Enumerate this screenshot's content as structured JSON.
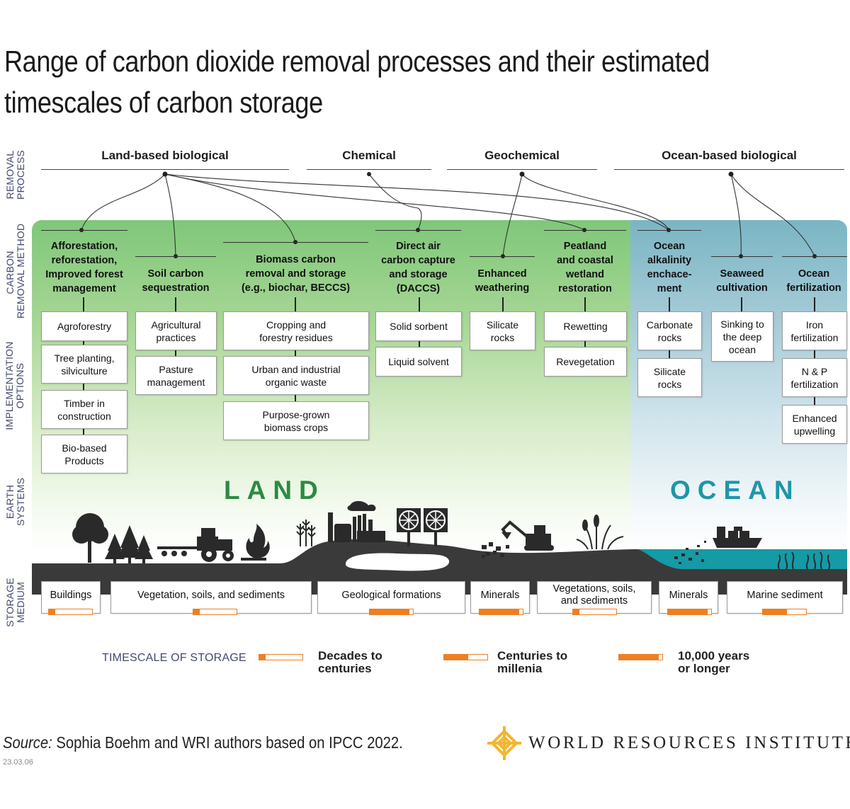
{
  "title": {
    "line1": "Range of carbon dioxide removal processes and their estimated",
    "line2": "timescales of carbon storage"
  },
  "row_labels": {
    "removal_process": [
      "REMOVAL",
      "PROCESS"
    ],
    "removal_method": [
      "CARBON",
      "REMOVAL METHOD"
    ],
    "implementation": [
      "IMPLEMENTATION",
      "OPTIONS"
    ],
    "earth_systems": [
      "EARTH",
      "SYSTEMS"
    ],
    "storage_medium": [
      "STORAGE",
      "MEDIUM"
    ]
  },
  "processes": [
    "Land-based biological",
    "Chemical",
    "Geochemical",
    "Ocean-based biological"
  ],
  "methods": [
    {
      "label": "Afforestation,\nreforestation,\nImproved forest\nmanagement",
      "options": [
        "Agroforestry",
        "Tree planting,\nsilviculture",
        "Timber in\nconstruction",
        "Bio-based\nProducts"
      ]
    },
    {
      "label": "Soil carbon\nsequestration",
      "options": [
        "Agricultural\npractices",
        "Pasture\nmanagement"
      ]
    },
    {
      "label": "Biomass carbon\nremoval and storage\n(e.g., biochar, BECCS)",
      "options": [
        "Cropping and\nforestry residues",
        "Urban and industrial\norganic waste",
        "Purpose-grown\nbiomass crops"
      ]
    },
    {
      "label": "Direct air\ncarbon capture\nand storage\n(DACCS)",
      "options": [
        "Solid sorbent",
        "Liquid solvent"
      ]
    },
    {
      "label": "Enhanced\nweathering",
      "options": [
        "Silicate\nrocks"
      ]
    },
    {
      "label": "Peatland\nand coastal\nwetland\nrestoration",
      "options": [
        "Rewetting",
        "Revegetation"
      ]
    },
    {
      "label": "Ocean\nalkalinity\nenchace-\nment",
      "options": [
        "Carbonate\nrocks",
        "Silicate\nrocks"
      ]
    },
    {
      "label": "Seaweed\ncultivation",
      "options": [
        "Sinking to\nthe deep\nocean"
      ]
    },
    {
      "label": "Ocean\nfertilization",
      "options": [
        "Iron\nfertilization",
        "N & P\nfertilization",
        "Enhanced\nupwelling"
      ]
    }
  ],
  "earth_systems": {
    "land": "LAND",
    "ocean": "OCEAN"
  },
  "storage_media": [
    {
      "label": "Buildings",
      "timescale": "Decades to centuries"
    },
    {
      "label": "Vegetation, soils, and sediments",
      "timescale": "Decades to centuries"
    },
    {
      "label": "Geological formations",
      "timescale": "10,000 years or longer"
    },
    {
      "label": "Minerals",
      "timescale": "10,000 years or longer"
    },
    {
      "label": "Vegetations, soils,\nand sediments",
      "timescale": "Decades to centuries"
    },
    {
      "label": "Minerals",
      "timescale": "10,000 years or longer"
    },
    {
      "label": "Marine sediment",
      "timescale": "Centuries to millenia"
    }
  ],
  "legend": {
    "title": "TIMESCALE OF STORAGE",
    "items": [
      {
        "label": "Decades to\ncenturies",
        "level": 0.15
      },
      {
        "label": "Centuries to\nmillenia",
        "level": 0.55
      },
      {
        "label": "10,000 years\nor longer",
        "level": 0.92
      }
    ]
  },
  "source": {
    "prefix": "Source:",
    "text": "Sophia Boehm and WRI authors based on IPCC 2022."
  },
  "date": "23.03.06",
  "brand": "WORLD RESOURCES INSTITUTE",
  "colors": {
    "land_green": "#7fc77a",
    "land_text": "#2c8a44",
    "ocean_blue": "#7ab5c4",
    "ocean_text": "#1e96a8",
    "timescale_orange": "#ee7f22",
    "ground": "#3a3a3a",
    "sea": "#159aa6",
    "wri_gold": "#f2b632"
  }
}
